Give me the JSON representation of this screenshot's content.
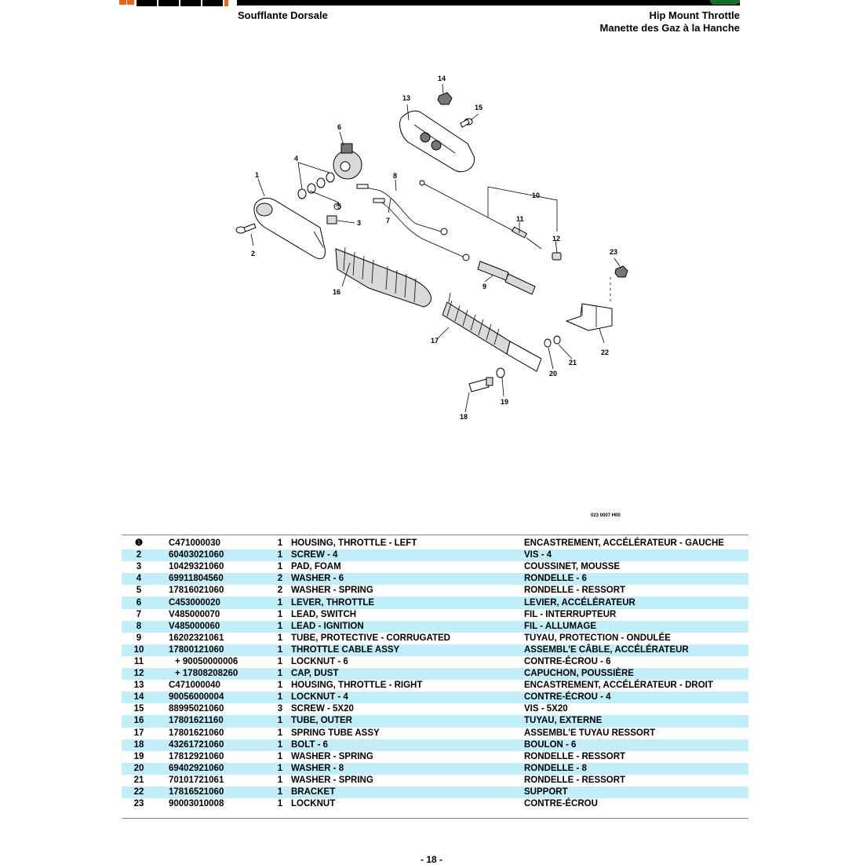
{
  "header": {
    "left_title": "Soufflante Dorsale",
    "right_title_line1": "Hip Mount Throttle",
    "right_title_line2": "Manette des Gaz à la Hanche"
  },
  "figure": {
    "code": "023 0007 H00",
    "callouts": [
      "1",
      "2",
      "3",
      "4",
      "5",
      "6",
      "7",
      "8",
      "9",
      "10",
      "11",
      "12",
      "13",
      "14",
      "15",
      "16",
      "17",
      "18",
      "19",
      "20",
      "21",
      "22",
      "23"
    ]
  },
  "parts": [
    {
      "ref": "❶",
      "pn": "C471000030",
      "qty": "1",
      "en": "HOUSING, THROTTLE - LEFT",
      "fr": "ENCASTREMENT, ACCÉLÉRATEUR - GAUCHE",
      "sub": false
    },
    {
      "ref": "2",
      "pn": "60403021060",
      "qty": "1",
      "en": "SCREW - 4",
      "fr": "VIS - 4",
      "sub": false
    },
    {
      "ref": "3",
      "pn": "10429321060",
      "qty": "1",
      "en": "PAD, FOAM",
      "fr": "COUSSINET, MOUSSE",
      "sub": false
    },
    {
      "ref": "4",
      "pn": "69911804560",
      "qty": "2",
      "en": "WASHER - 6",
      "fr": "RONDELLE - 6",
      "sub": false
    },
    {
      "ref": "5",
      "pn": "17816021060",
      "qty": "2",
      "en": "WASHER - SPRING",
      "fr": "RONDELLE - RESSORT",
      "sub": false
    },
    {
      "ref": "6",
      "pn": "C453000020",
      "qty": "1",
      "en": "LEVER, THROTTLE",
      "fr": "LEVIER, ACCÉLÉRATEUR",
      "sub": false
    },
    {
      "ref": "7",
      "pn": "V485000070",
      "qty": "1",
      "en": "LEAD, SWITCH",
      "fr": "FIL - INTERRUPTEUR",
      "sub": false
    },
    {
      "ref": "8",
      "pn": "V485000060",
      "qty": "1",
      "en": "LEAD - IGNITION",
      "fr": "FIL - ALLUMAGE",
      "sub": false
    },
    {
      "ref": "9",
      "pn": "16202321061",
      "qty": "1",
      "en": "TUBE, PROTECTIVE - CORRUGATED",
      "fr": "TUYAU, PROTECTION - ONDULÉE",
      "sub": false
    },
    {
      "ref": "10",
      "pn": "17800121060",
      "qty": "1",
      "en": "THROTTLE CABLE ASSY",
      "fr": "ASSEMBL'E CÂBLE, ACCÉLÉRATEUR",
      "sub": false
    },
    {
      "ref": "11",
      "pn": "+ 90050000006",
      "qty": "1",
      "en": "LOCKNUT - 6",
      "fr": "CONTRE-ÉCROU - 6",
      "sub": true
    },
    {
      "ref": "12",
      "pn": "+ 17808208260",
      "qty": "1",
      "en": "CAP, DUST",
      "fr": "CAPUCHON, POUSSIÈRE",
      "sub": true
    },
    {
      "ref": "13",
      "pn": "C471000040",
      "qty": "1",
      "en": "HOUSING, THROTTLE - RIGHT",
      "fr": "ENCASTREMENT, ACCÉLÉRATEUR - DROIT",
      "sub": false
    },
    {
      "ref": "14",
      "pn": "90056000004",
      "qty": "1",
      "en": "LOCKNUT - 4",
      "fr": "CONTRE-ÉCROU - 4",
      "sub": false
    },
    {
      "ref": "15",
      "pn": "88995021060",
      "qty": "3",
      "en": "SCREW - 5X20",
      "fr": "VIS - 5X20",
      "sub": false
    },
    {
      "ref": "16",
      "pn": "17801621160",
      "qty": "1",
      "en": "TUBE, OUTER",
      "fr": "TUYAU, EXTERNE",
      "sub": false
    },
    {
      "ref": "17",
      "pn": "17801621060",
      "qty": "1",
      "en": "SPRING TUBE ASSY",
      "fr": "ASSEMBL'E TUYAU RESSORT",
      "sub": false
    },
    {
      "ref": "18",
      "pn": "43261721060",
      "qty": "1",
      "en": "BOLT - 6",
      "fr": "BOULON - 6",
      "sub": false
    },
    {
      "ref": "19",
      "pn": "17812921060",
      "qty": "1",
      "en": "WASHER - SPRING",
      "fr": "RONDELLE - RESSORT",
      "sub": false
    },
    {
      "ref": "20",
      "pn": "69402921060",
      "qty": "1",
      "en": "WASHER - 8",
      "fr": "RONDELLE - 8",
      "sub": false
    },
    {
      "ref": "21",
      "pn": "70101721061",
      "qty": "1",
      "en": "WASHER - SPRING",
      "fr": "RONDELLE - RESSORT",
      "sub": false
    },
    {
      "ref": "22",
      "pn": "17816521060",
      "qty": "1",
      "en": "BRACKET",
      "fr": "SUPPORT",
      "sub": false
    },
    {
      "ref": "23",
      "pn": "90003010008",
      "qty": "1",
      "en": "LOCKNUT",
      "fr": "CONTRE-ÉCROU",
      "sub": false
    }
  ],
  "footer": {
    "page_number": "- 18 -"
  },
  "colors": {
    "row_stripe": "#c2eefa",
    "logo_orange": "#e8641e",
    "badge_green": "#1a6b2e"
  }
}
